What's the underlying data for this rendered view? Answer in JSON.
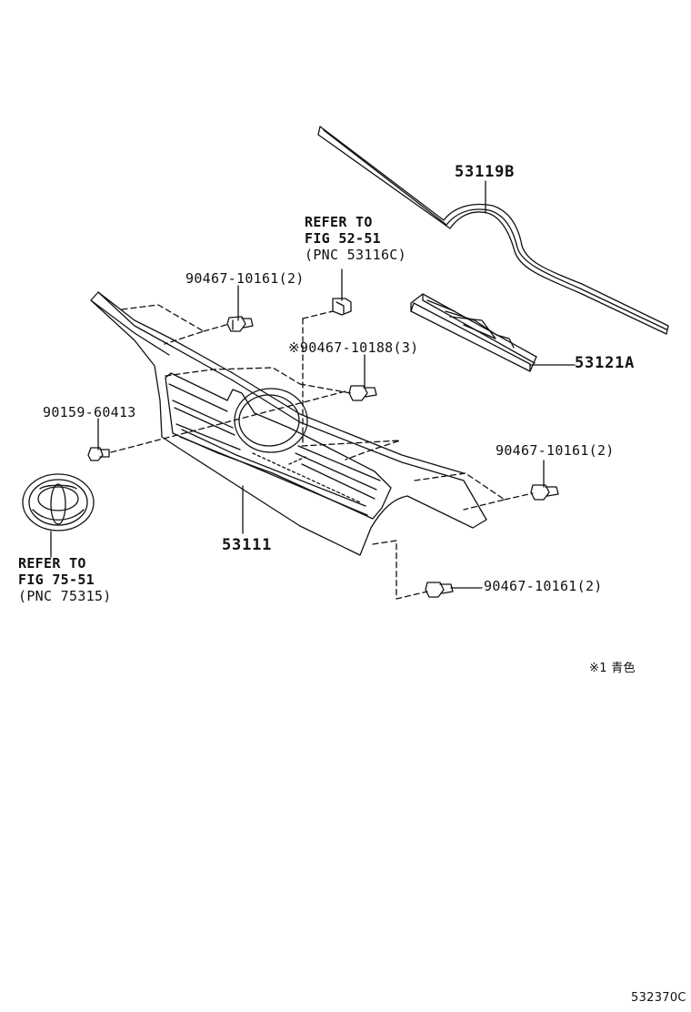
{
  "parts": {
    "p53119b": "53119B",
    "p53121a": "53121A",
    "p53111": "53111",
    "clip_tl": "90467-10161(2)",
    "clip_blue": "※90467-10188(3)",
    "bolt": "90159-60413",
    "clip_r": "90467-10161(2)",
    "clip_b": "90467-10161(2)"
  },
  "refs": {
    "top": {
      "line1": "REFER TO",
      "line2": "FIG 52-51",
      "line3": "(PNC 53116C)"
    },
    "emblem": {
      "line1": "REFER TO",
      "line2": "FIG 75-51",
      "line3": "(PNC 75315)"
    }
  },
  "note": "※1 青色",
  "figure_id": "532370C"
}
